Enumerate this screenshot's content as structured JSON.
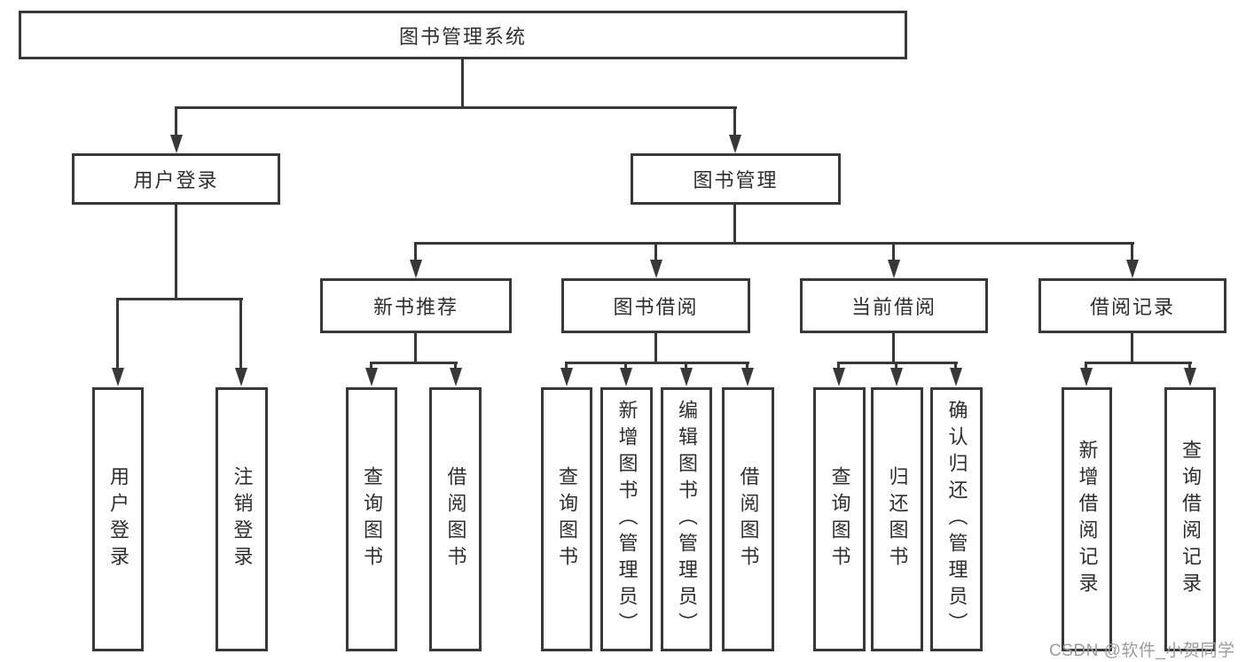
{
  "colors": {
    "line": "#383838",
    "box_border": "#383838",
    "text": "#2e2e2e",
    "background": "#ffffff",
    "watermark": "#9c9c9c"
  },
  "watermark": {
    "text": "CSDN @软件_小贺同学"
  },
  "tree": {
    "root": {
      "label": "图书管理系统"
    },
    "branches": [
      {
        "label": "用户登录",
        "children": [
          {
            "label": "用户登录"
          },
          {
            "label": "注销登录"
          }
        ]
      },
      {
        "label": "图书管理",
        "children": [
          {
            "label": "新书推荐",
            "children": [
              {
                "label": "查询图书"
              },
              {
                "label": "借阅图书"
              }
            ]
          },
          {
            "label": "图书借阅",
            "children": [
              {
                "label": "查询图书"
              },
              {
                "label": "新增图书（管理员）"
              },
              {
                "label": "编辑图书（管理员）"
              },
              {
                "label": "借阅图书"
              }
            ]
          },
          {
            "label": "当前借阅",
            "children": [
              {
                "label": "查询图书"
              },
              {
                "label": "归还图书"
              },
              {
                "label": "确认归还（管理员）"
              }
            ]
          },
          {
            "label": "借阅记录",
            "children": [
              {
                "label": "新增借阅记录"
              },
              {
                "label": "查询借阅记录"
              }
            ]
          }
        ]
      }
    ]
  }
}
